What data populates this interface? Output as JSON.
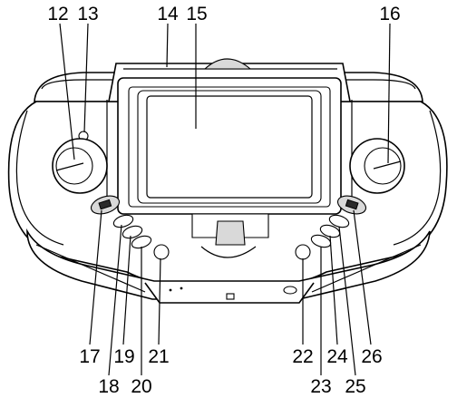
{
  "callouts": {
    "c12": "12",
    "c13": "13",
    "c14": "14",
    "c15": "15",
    "c16": "16",
    "c17": "17",
    "c18": "18",
    "c19": "19",
    "c20": "20",
    "c21": "21",
    "c22": "22",
    "c23": "23",
    "c24": "24",
    "c25": "25",
    "c26": "26"
  }
}
